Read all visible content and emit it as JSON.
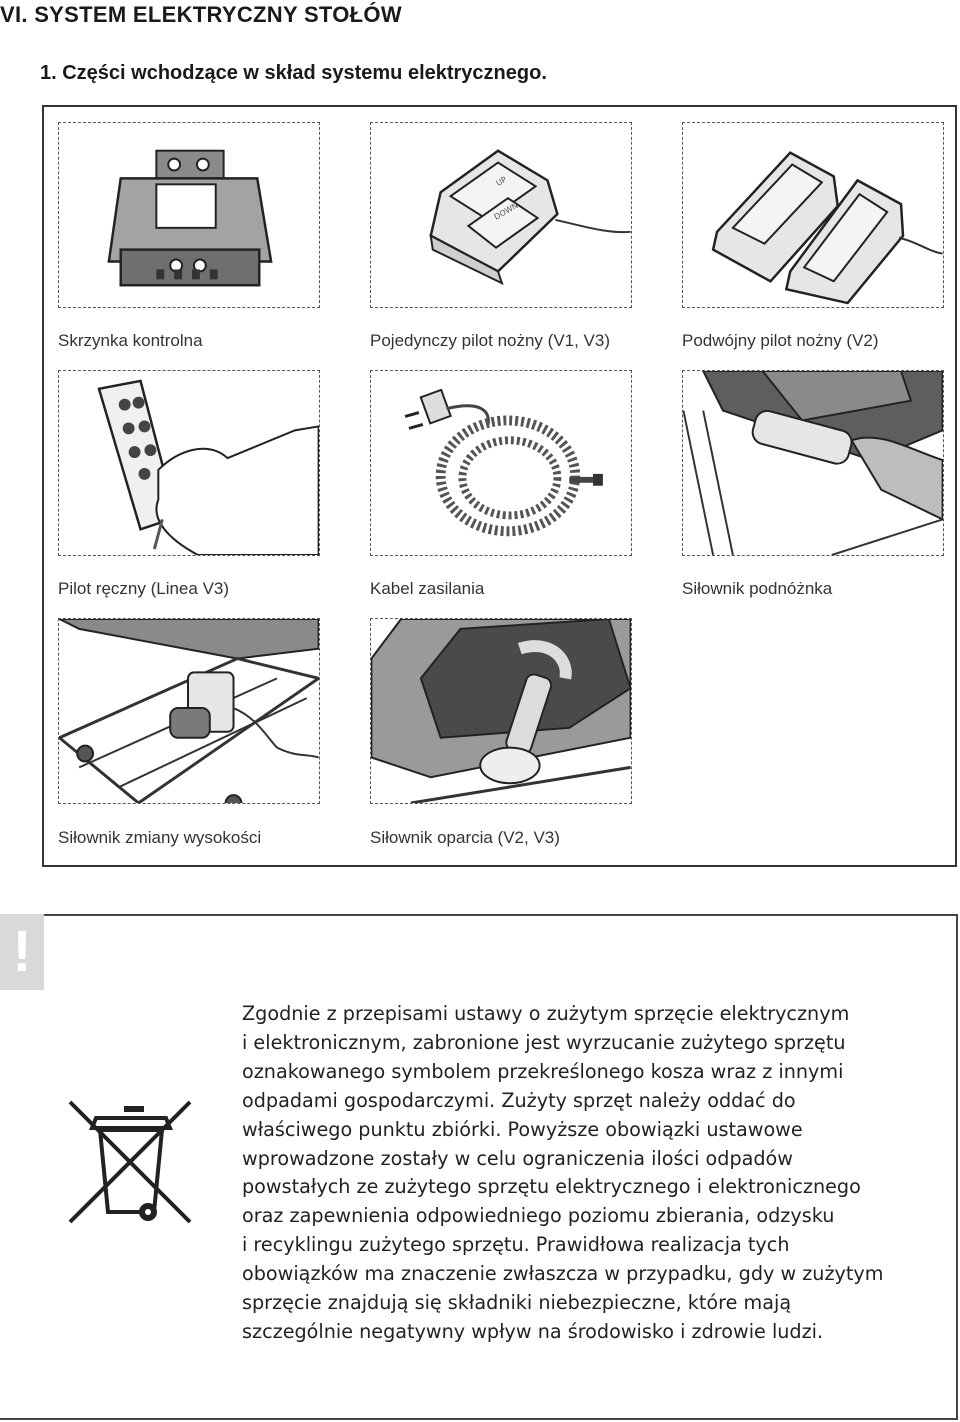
{
  "header": {
    "section_title": "VI. SYSTEM ELEKTRYCZNY STOŁÓW",
    "subsection_title": "1. Części wchodzące w skład systemu elektrycznego."
  },
  "parts": [
    {
      "label": "Skrzynka kontrolna",
      "icon": "control-box-icon"
    },
    {
      "label": "Pojedynczy pilot nożny (V1, V3)",
      "icon": "single-foot-pedal-icon"
    },
    {
      "label": "Podwójny pilot nożny (V2)",
      "icon": "double-foot-pedal-icon"
    },
    {
      "label": "Pilot ręczny (Linea V3)",
      "icon": "hand-remote-icon"
    },
    {
      "label": "Kabel zasilania",
      "icon": "power-cable-icon"
    },
    {
      "label": "Siłownik podnóżnka",
      "icon": "footrest-actuator-icon"
    },
    {
      "label": "Siłownik zmiany wysokości",
      "icon": "height-actuator-icon"
    },
    {
      "label": "Siłownik oparcia (V2, V3)",
      "icon": "backrest-actuator-icon"
    }
  ],
  "pedal_labels": {
    "up": "UP",
    "down": "DOWN"
  },
  "notice": {
    "symbol": "!",
    "bin_icon": "crossed-out-wheelie-bin-icon",
    "lines": [
      "Zgodnie z przepisami ustawy o zużytym sprzęcie elektrycznym",
      "i elektronicznym, zabronione jest wyrzucanie zużytego sprzętu",
      "oznakowanego symbolem przekreślonego kosza wraz z innymi",
      "odpadami gospodarczymi. Zużyty sprzęt należy oddać do",
      "właściwego punktu zbiórki. Powyższe obowiązki ustawowe",
      "wprowadzone zostały w celu ograniczenia ilości odpadów",
      "powstałych ze zużytego sprzętu elektrycznego i elektronicznego",
      "oraz zapewnienia odpowiedniego poziomu zbierania, odzysku",
      "i recyklingu zużytego sprzętu. Prawidłowa realizacja tych",
      "obowiązków ma znaczenie zwłaszcza w przypadku, gdy w zużytym",
      "sprzęcie znajdują się składniki niebezpieczne, które mają",
      "szczególnie negatywny wpływ na środowisko i zdrowie ludzi."
    ]
  }
}
